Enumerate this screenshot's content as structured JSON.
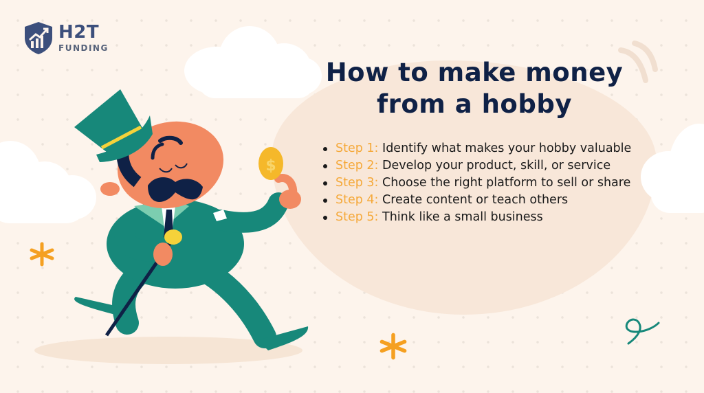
{
  "logo": {
    "name": "H2T",
    "subtitle": "FUNDING",
    "icon": "shield-chart-icon",
    "color": "#3c4f7c"
  },
  "title": {
    "line1": "How to make money",
    "line2": "from a hobby",
    "color": "#0f2146"
  },
  "steps": [
    {
      "label": "Step 1:",
      "text": "Identify what makes your hobby valuable"
    },
    {
      "label": "Step 2:",
      "text": "Develop your product, skill, or service"
    },
    {
      "label": "Step 3:",
      "text": "Choose the right platform to sell or share"
    },
    {
      "label": "Step 4:",
      "text": "Create content or teach others"
    },
    {
      "label": "Step 5:",
      "text": "Think like a small business"
    }
  ],
  "illustration": {
    "subject": "gentleman-in-top-hat-with-coin-icon",
    "coin_symbol": "$"
  },
  "colors": {
    "background": "#fdf4ec",
    "blob": "#f8e7d9",
    "accent_orange": "#f5a93a",
    "teal": "#17887a",
    "navy": "#0f2146"
  }
}
